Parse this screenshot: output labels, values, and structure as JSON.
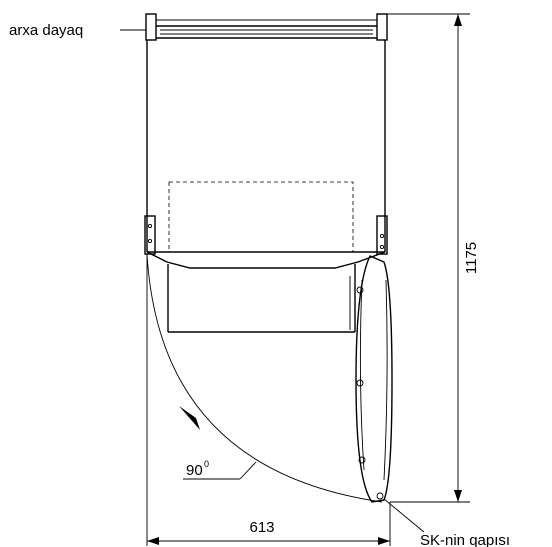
{
  "labels": {
    "back_support": "arxa dayaq",
    "door": "SK-nin qapısı",
    "angle_value": "90",
    "angle_unit": "0",
    "depth": "1175",
    "width": "613"
  }
}
